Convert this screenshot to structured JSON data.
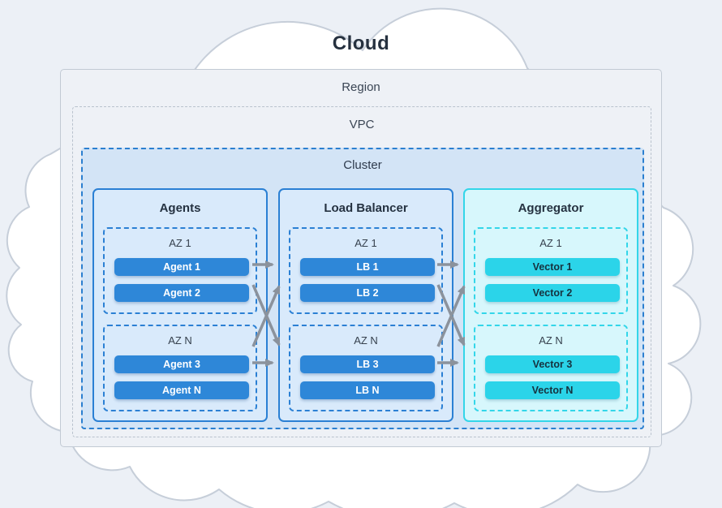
{
  "title": "Cloud",
  "containers": {
    "region_label": "Region",
    "vpc_label": "VPC",
    "cluster_label": "Cluster"
  },
  "columns": [
    {
      "title": "Agents",
      "theme": "blue",
      "zones": [
        {
          "label": "AZ 1",
          "items": [
            "Agent 1",
            "Agent 2"
          ]
        },
        {
          "label": "AZ N",
          "items": [
            "Agent 3",
            "Agent N"
          ]
        }
      ]
    },
    {
      "title": "Load Balancer",
      "theme": "blue",
      "zones": [
        {
          "label": "AZ 1",
          "items": [
            "LB 1",
            "LB 2"
          ]
        },
        {
          "label": "AZ N",
          "items": [
            "LB 3",
            "LB N"
          ]
        }
      ]
    },
    {
      "title": "Aggregator",
      "theme": "cyan",
      "zones": [
        {
          "label": "AZ 1",
          "items": [
            "Vector 1",
            "Vector 2"
          ]
        },
        {
          "label": "AZ N",
          "items": [
            "Vector 3",
            "Vector N"
          ]
        }
      ]
    }
  ],
  "colors": {
    "page_bg": "#ecf0f6",
    "cloud_fill": "#ffffff",
    "cloud_stroke": "#c6ced9",
    "region_border": "#c2cad4",
    "vpc_border": "#b9c2cd",
    "cluster_bg": "#d3e4f6",
    "blue_accent": "#2b80d4",
    "blue_node": "#2e87d8",
    "blue_column_bg": "#d9eafb",
    "cyan_accent": "#33d6e9",
    "cyan_node": "#2bd4e9",
    "cyan_column_bg": "#d7f7fc",
    "arrow": "#8b929c",
    "text_dark": "#26313f"
  }
}
